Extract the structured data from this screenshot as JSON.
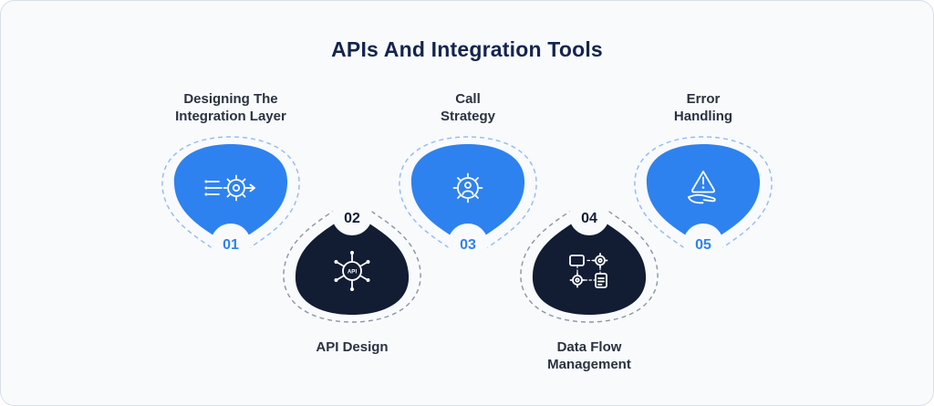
{
  "page": {
    "title": "APIs And Integration Tools"
  },
  "colors": {
    "background": "#f8fafc",
    "canvas_border": "#d9dfe8",
    "title": "#14244e",
    "blue_accent": "#2e82ef",
    "navy_accent": "#121c33",
    "label_text": "#2b3240",
    "dash_blue": "#93b9f3",
    "dash_gray": "#8b94a4",
    "icon_stroke": "#ffffff"
  },
  "items": [
    {
      "number": "01",
      "label_lines": [
        "Designing The",
        "Integration Layer"
      ],
      "icon": "gear-integration-icon",
      "accent": "#2e82ef",
      "position": "top"
    },
    {
      "number": "02",
      "label_lines": [
        "API Design"
      ],
      "icon": "api-hub-icon",
      "icon_label": "API",
      "accent": "#121c33",
      "position": "bottom"
    },
    {
      "number": "03",
      "label_lines": [
        "Call",
        "Strategy"
      ],
      "icon": "gear-person-icon",
      "accent": "#2e82ef",
      "position": "top"
    },
    {
      "number": "04",
      "label_lines": [
        "Data Flow",
        "Management"
      ],
      "icon": "data-flow-icon",
      "accent": "#121c33",
      "position": "bottom"
    },
    {
      "number": "05",
      "label_lines": [
        "Error",
        "Handling"
      ],
      "icon": "error-hand-icon",
      "accent": "#2e82ef",
      "position": "top"
    }
  ]
}
